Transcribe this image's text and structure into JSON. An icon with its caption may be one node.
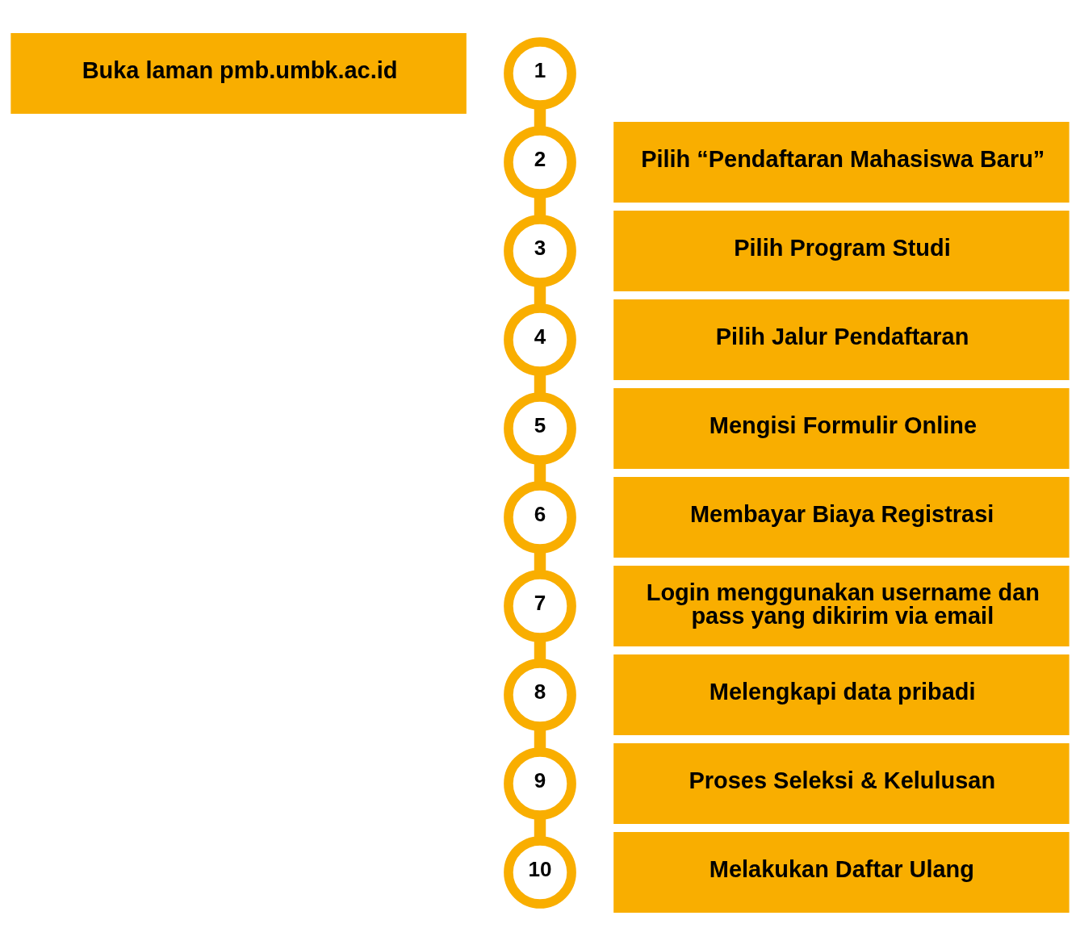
{
  "diagram": {
    "nodes": [
      {
        "text": [
          "Buka laman pmb.umbk.ac.id"
        ]
      },
      {
        "text": [
          "1"
        ]
      },
      {
        "text": [
          "2"
        ]
      },
      {
        "text": [
          "Pilih “Pendaftaran Mahasiswa Baru”"
        ]
      },
      {
        "text": [
          "Pilih Program Studi"
        ]
      },
      {
        "text": [
          "3"
        ]
      },
      {
        "text": [
          "4"
        ]
      },
      {
        "text": [
          "Pilih Jalur Pendaftaran"
        ]
      },
      {
        "text": [
          "Mengisi Formulir Online"
        ]
      },
      {
        "text": [
          "5"
        ]
      },
      {
        "text": [
          "6"
        ]
      },
      {
        "text": [
          "Membayar Biaya Registrasi"
        ]
      },
      {
        "text": [
          "Login menggunakan username dan pass yang dikirim via email"
        ]
      },
      {
        "text": [
          "7"
        ]
      },
      {
        "text": [
          "8"
        ]
      },
      {
        "text": [
          "Melengkapi data pribadi"
        ]
      },
      {
        "text": [
          "Proses Seleksi & Kelulusan"
        ]
      },
      {
        "text": [
          "9"
        ]
      },
      {
        "text": [
          "10"
        ]
      },
      {
        "text": [
          "Melakukan Daftar Ulang"
        ]
      }
    ],
    "edges": [
      {
        "from": 1,
        "to": 2,
        "arrow": "none"
      },
      {
        "from": 2,
        "to": 5,
        "arrow": "none"
      },
      {
        "from": 5,
        "to": 6,
        "arrow": "none"
      },
      {
        "from": 6,
        "to": 9,
        "arrow": "none"
      },
      {
        "from": 9,
        "to": 10,
        "arrow": "none"
      },
      {
        "from": 10,
        "to": 13,
        "arrow": "none"
      },
      {
        "from": 13,
        "to": 14,
        "arrow": "none"
      },
      {
        "from": 14,
        "to": 17,
        "arrow": "none"
      },
      {
        "from": 17,
        "to": 18,
        "arrow": "none"
      }
    ]
  }
}
